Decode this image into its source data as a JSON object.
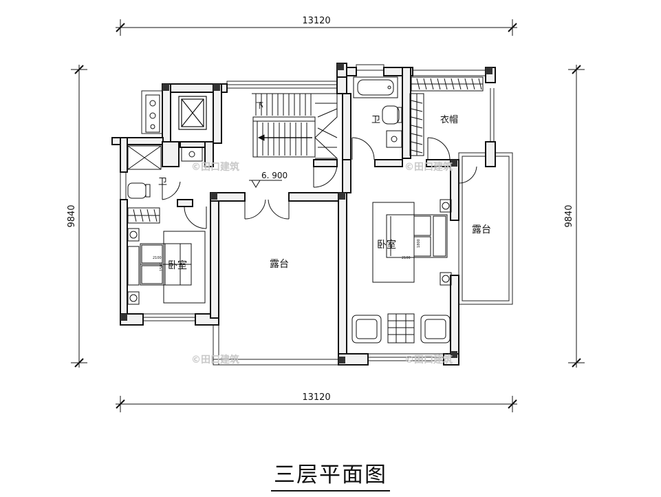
{
  "title": "三层平面图",
  "dimensions": {
    "top": "13120",
    "bottom": "13120",
    "left": "9840",
    "right": "9840"
  },
  "rooms": {
    "bath_upper": "卫",
    "closet": "衣帽",
    "bath_left": "卫",
    "bedroom_left": "卧室",
    "terrace_center": "露台",
    "bedroom_right": "卧室",
    "terrace_right": "露台"
  },
  "stair": {
    "down": "下",
    "elevation": "6. 900"
  },
  "bed_dims": {
    "left_w": "2100",
    "left_h": "1500",
    "right_w": "2100",
    "right_h": "1800"
  },
  "watermark": "©田口建筑"
}
